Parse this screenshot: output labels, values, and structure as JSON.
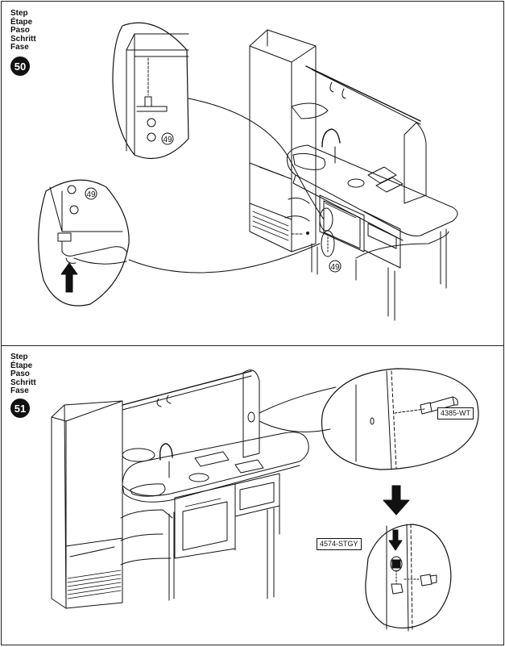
{
  "steps": [
    {
      "labels": [
        "Step",
        "Étape",
        "Paso",
        "Schritt",
        "Fase"
      ],
      "number": "50",
      "part_callouts": [
        "49",
        "49",
        "49"
      ]
    },
    {
      "labels": [
        "Step",
        "Étape",
        "Paso",
        "Schritt",
        "Fase"
      ],
      "number": "51",
      "parts": {
        "bolt_code": "4385-WT",
        "nut_code": "4574-STGY"
      }
    }
  ],
  "icons": [
    "arrow-up-icon",
    "arrow-down-icon"
  ],
  "colors": {
    "ink": "#111111",
    "paper": "#ffffff"
  }
}
